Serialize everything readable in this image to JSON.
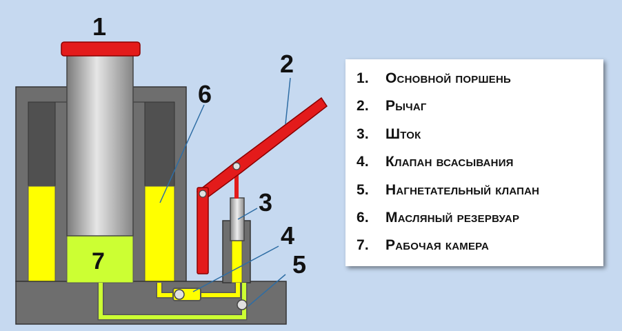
{
  "labels": {
    "main_piston": "1",
    "lever": "2",
    "rod": "3",
    "suction_valve": "4",
    "discharge_valve": "5",
    "oil_reservoir": "6",
    "working_chamber": "7"
  },
  "legend": [
    {
      "num": "1.",
      "text": "Основной поршень"
    },
    {
      "num": "2.",
      "text": "Рычаг"
    },
    {
      "num": "3.",
      "text": "Шток"
    },
    {
      "num": "4.",
      "text": "Клапан всасывания"
    },
    {
      "num": "5.",
      "text": "Нагнетательный клапан"
    },
    {
      "num": "6.",
      "text": "Масляный резервуар"
    },
    {
      "num": "7.",
      "text": "Рабочая камера"
    }
  ],
  "colors": {
    "background": "#c6d9f0",
    "body_gray": "#6e6e6e",
    "cylinder_dark": "#4d4d4d",
    "oil_yellow": "#ffff00",
    "chamber_green": "#ccff33",
    "lever_red": "#e31b1b",
    "leader_blue": "#2e6da4"
  }
}
